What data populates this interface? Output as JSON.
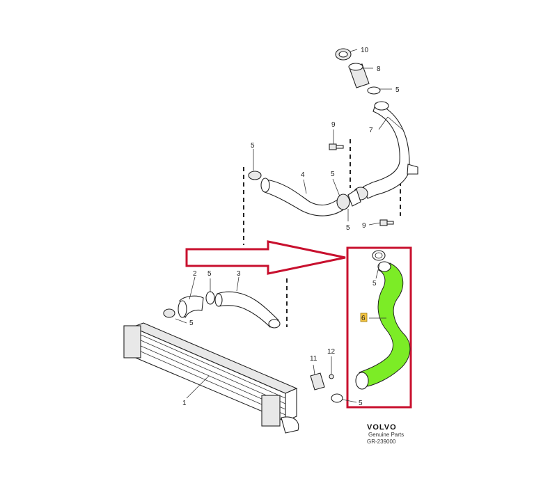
{
  "callouts": {
    "c1": "1",
    "c2": "2",
    "c3": "3",
    "c4": "4",
    "c5a": "5",
    "c5b": "5",
    "c5c": "5",
    "c5d": "5",
    "c5e": "5",
    "c5f": "5",
    "c5g": "5",
    "c5h": "5",
    "c6": "6",
    "c7": "7",
    "c8": "8",
    "c9a": "9",
    "c9b": "9",
    "c10": "10",
    "c11": "11",
    "c12": "12"
  },
  "brand": {
    "name": "VOLVO",
    "tagline": "Genuine Parts",
    "code": "GR-239000"
  },
  "colors": {
    "highlight_box": "#c8102e",
    "highlighted_hose": "#7cec26",
    "label_six_fill": "#f5c542"
  }
}
